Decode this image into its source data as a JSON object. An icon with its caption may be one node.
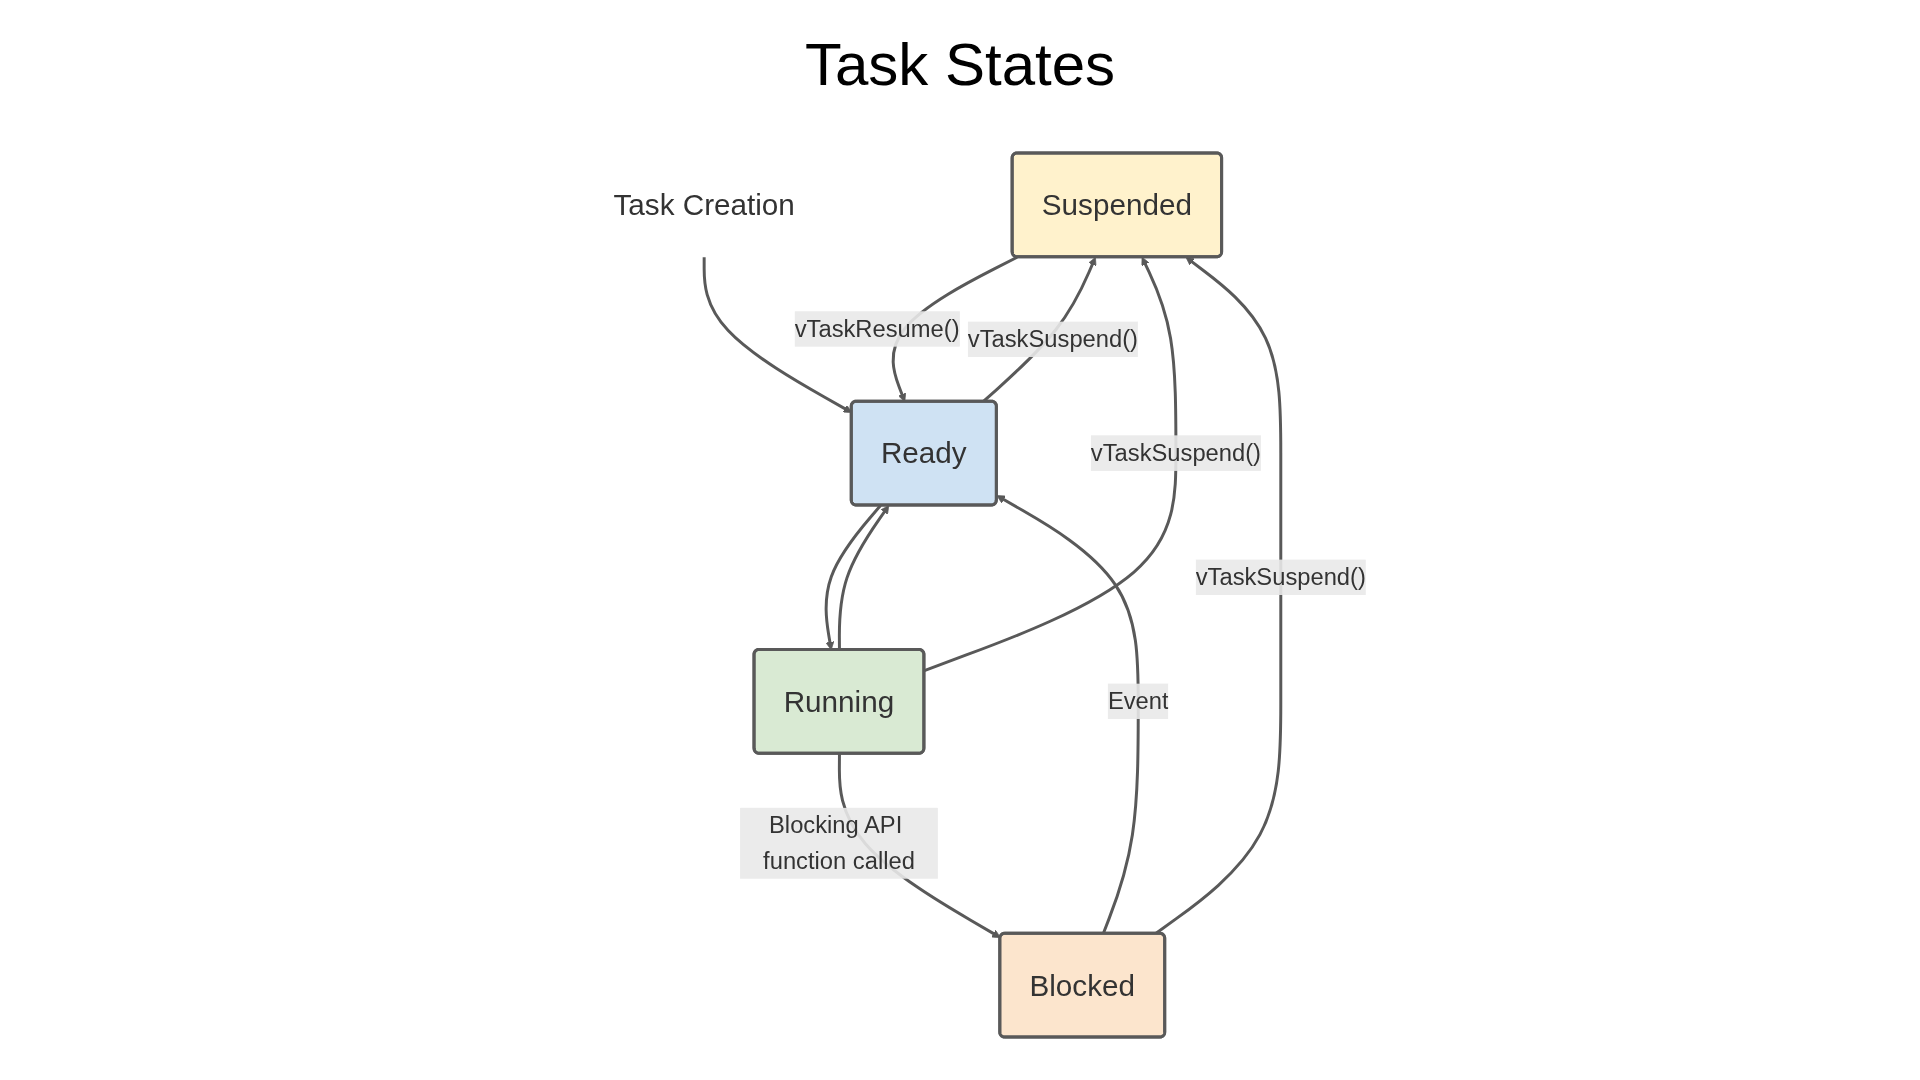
{
  "diagram": {
    "title": "Task States",
    "nodes": [
      {
        "text": [
          "Suspended"
        ]
      },
      {
        "text": [
          "Task Creation"
        ]
      },
      {
        "text": [
          "Ready"
        ]
      },
      {
        "text": [
          "Running"
        ]
      },
      {
        "text": [
          "Blocked"
        ]
      }
    ],
    "edges": [
      {
        "from": 2,
        "to": 0,
        "arrow": "to",
        "label": "vTaskSuspend()"
      },
      {
        "from": 0,
        "to": 2,
        "arrow": "to",
        "label": "vTaskResume()"
      },
      {
        "from": 1,
        "to": 2,
        "arrow": "to"
      },
      {
        "from": 2,
        "to": 3,
        "arrow": "to"
      },
      {
        "from": 3,
        "to": 2,
        "arrow": "to"
      },
      {
        "from": 3,
        "to": 0,
        "arrow": "to",
        "label": "vTaskSuspend()"
      },
      {
        "from": 3,
        "to": 4,
        "arrow": "to",
        "label": "Blocking API function called"
      },
      {
        "from": 4,
        "to": 2,
        "arrow": "to",
        "label": "Event"
      },
      {
        "from": 4,
        "to": 0,
        "arrow": "to",
        "label": "vTaskSuspend()"
      }
    ]
  }
}
